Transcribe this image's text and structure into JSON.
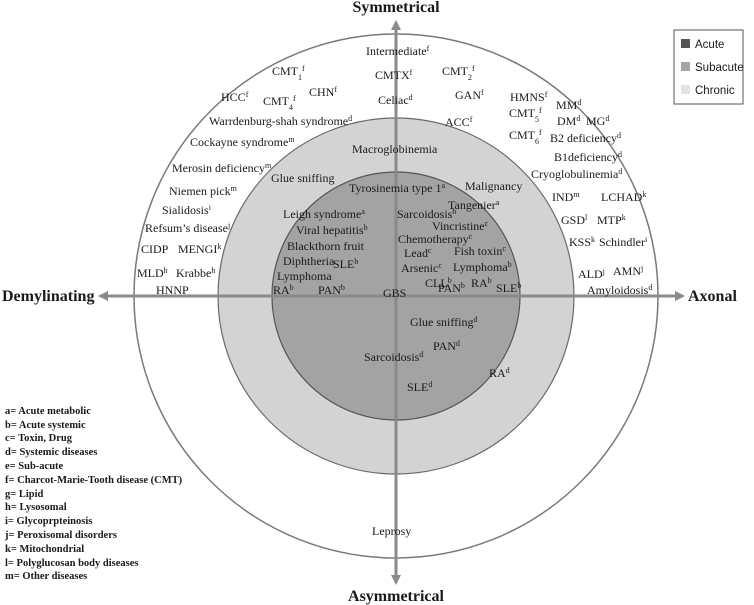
{
  "axes": {
    "top": "Symmetrical",
    "bottom": "Asymmetrical",
    "left": "Demylinating",
    "right": "Axonal"
  },
  "legend": [
    {
      "label": "Acute",
      "color": "#555555"
    },
    {
      "label": "Subacute",
      "color": "#a6a6a6"
    },
    {
      "label": "Chronic",
      "color": "#e3e3e3"
    }
  ],
  "colors": {
    "outer": "#ffffff",
    "middle": "#d3d3d3",
    "inner": "#a3a3a3"
  },
  "key": [
    "a= Acute metabolic",
    "b= Acute systemic",
    "c= Toxin, Drug",
    "d= Systemic diseases",
    "e= Sub-acute",
    "f= Charcot-Marie-Tooth disease (CMT)",
    "g= Lipid",
    "h= Lysosomal",
    "i= Glycoprpteinosis",
    "j= Peroxisomal disorders",
    "k= Mitochondrial",
    "l= Polyglucosan body diseases",
    "m= Other diseases"
  ],
  "labels": [
    {
      "text": "Intermediate",
      "sup": "f"
    },
    {
      "text": "CMT",
      "sub": "1",
      "sup": "f"
    },
    {
      "text": "CMTX",
      "sup": "f"
    },
    {
      "text": "CMT",
      "sub": "2",
      "sup": "f"
    },
    {
      "text": "HCC",
      "sup": "f"
    },
    {
      "text": "CHN",
      "sup": "f"
    },
    {
      "text": "CMT",
      "sub": "4",
      "sup": "f"
    },
    {
      "text": "Celiac",
      "sup": "d"
    },
    {
      "text": "GAN",
      "sup": "f"
    },
    {
      "text": "HMNS",
      "sup": "f"
    },
    {
      "text": "Warrdenburg-shah syndrome",
      "sup": "d"
    },
    {
      "text": "CMT",
      "sub": "5",
      "sup": "f"
    },
    {
      "text": "MM",
      "sup": "d"
    },
    {
      "text": "ACC",
      "sup": "f"
    },
    {
      "text": "DM",
      "sup": "d"
    },
    {
      "text": "MG",
      "sup": "d"
    },
    {
      "text": "CMT",
      "sub": "6",
      "sup": "f"
    },
    {
      "text": "Cockayne syndrome",
      "sup": "m"
    },
    {
      "text": "B2 deficiency",
      "sup": "d"
    },
    {
      "text": "Macroglobinemia"
    },
    {
      "text": "B1deficiency",
      "sup": "d"
    },
    {
      "text": "Merosin deficiency",
      "sup": "m"
    },
    {
      "text": "Cryoglobulinemia",
      "sup": "d"
    },
    {
      "text": "Glue sniffing"
    },
    {
      "text": "Niemen pick",
      "sup": "m"
    },
    {
      "text": "Tyrosinemia type 1",
      "sup": "a"
    },
    {
      "text": "Malignancy"
    },
    {
      "text": "IND",
      "sup": "m"
    },
    {
      "text": "LCHAD",
      "sup": "k"
    },
    {
      "text": "Sialidosis",
      "sup": "i"
    },
    {
      "text": "Tangenier",
      "sup": "a"
    },
    {
      "text": "Leigh syndrome",
      "sup": "a"
    },
    {
      "text": "Sarcoidosis",
      "sup": "b"
    },
    {
      "text": "GSD",
      "sup": "l"
    },
    {
      "text": "MTP",
      "sup": "k"
    },
    {
      "text": "Refsum’s disease",
      "sup": "j"
    },
    {
      "text": "Vincristine",
      "sup": "c"
    },
    {
      "text": "Viral hepatitis",
      "sup": "b"
    },
    {
      "text": "Chemotherapy",
      "sup": "c"
    },
    {
      "text": "KSS",
      "sup": "k"
    },
    {
      "text": "Schindler",
      "sup": "i"
    },
    {
      "text": "CIDP"
    },
    {
      "text": "MENGI",
      "sup": "k"
    },
    {
      "text": "Blackthorn fruit"
    },
    {
      "text": "Lead",
      "sup": "c"
    },
    {
      "text": "Fish toxin",
      "sup": "c"
    },
    {
      "text": "Diphtheria"
    },
    {
      "text": "SLE",
      "sup": "b"
    },
    {
      "text": "Arsenic",
      "sup": "c"
    },
    {
      "text": "Lymphoma",
      "sup": "b"
    },
    {
      "text": "Lymphoma"
    },
    {
      "text": "MLD",
      "sup": "h"
    },
    {
      "text": "Krabbe",
      "sup": "h"
    },
    {
      "text": "ALD",
      "sup": "j"
    },
    {
      "text": "AMN",
      "sup": "j"
    },
    {
      "text": "CLL",
      "sup": "b"
    },
    {
      "text": "HNNP"
    },
    {
      "text": "RA",
      "sup": "b"
    },
    {
      "text": "PAN",
      "sup": "b"
    },
    {
      "text": "GBS"
    },
    {
      "text": "PAN",
      "sup": "b"
    },
    {
      "text": "RA",
      "sup": "b"
    },
    {
      "text": "SLE",
      "sup": "b"
    },
    {
      "text": "Amyloidosis",
      "sup": "d"
    },
    {
      "text": "Glue sniffing",
      "sup": "d"
    },
    {
      "text": "PAN",
      "sup": "d"
    },
    {
      "text": "Sarcoidosis",
      "sup": "d"
    },
    {
      "text": "RA",
      "sup": "d"
    },
    {
      "text": "SLE",
      "sup": "d"
    },
    {
      "text": "Leprosy"
    }
  ]
}
